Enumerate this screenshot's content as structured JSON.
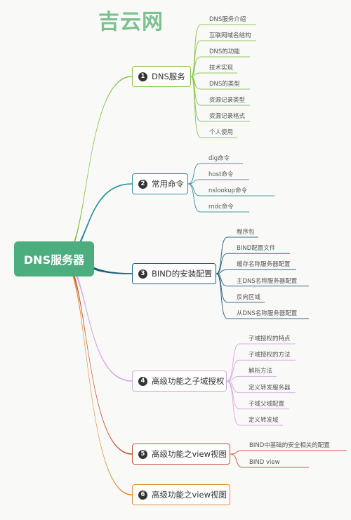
{
  "watermark": "吉云网",
  "root": {
    "label": "DNS服务器"
  },
  "branches": [
    {
      "num": "1",
      "label": "DNS服务",
      "color": "#84c34a",
      "children": [
        "DNS服务介绍",
        "互联网域名结构",
        "DNS的功能",
        "技术实现",
        "DNS的类型",
        "资源记录类型",
        "资源记录格式",
        "个人使用"
      ]
    },
    {
      "num": "2",
      "label": "常用命令",
      "color": "#2e8f9a",
      "children": [
        "dig命令",
        "host命令",
        "nslookup命令",
        "rndc命令"
      ]
    },
    {
      "num": "3",
      "label": "BIND的安装配置",
      "color": "#1f5c7a",
      "children": [
        "程序包",
        "BIND配置文件",
        "缓存名称服务器配置",
        "主DNS名称服务器配置",
        "反向区域",
        "从DNS名称服务器配置"
      ]
    },
    {
      "num": "4",
      "label": "高级功能之子域授权",
      "color": "#d7a6e0",
      "children": [
        "子域授权的特点",
        "子域授权的方法",
        "解析方法",
        "定义转发服务器",
        "子域父域配置",
        "定义转发域"
      ]
    },
    {
      "num": "5",
      "label": "高级功能之view视图",
      "color": "#c8503a",
      "children": [
        "BIND中基础的安全相关的配置",
        "BIND view"
      ]
    },
    {
      "num": "6",
      "label": "高级功能之view视图",
      "color": "#e08a2e",
      "children": []
    }
  ]
}
